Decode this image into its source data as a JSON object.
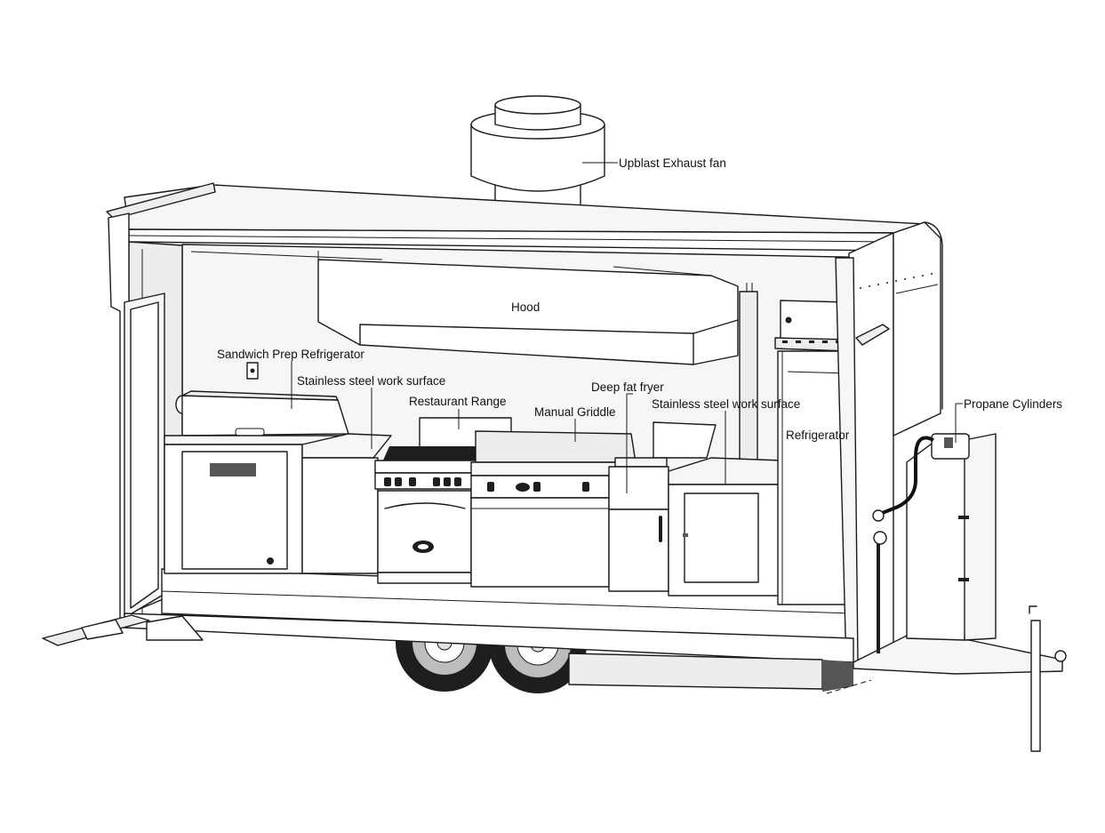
{
  "labels": {
    "exhaust_fan": "Upblast Exhaust fan",
    "hood": "Hood",
    "sandwich_prep": "Sandwich Prep Refrigerator",
    "work_surface_left": "Stainless steel work surface",
    "range": "Restaurant Range",
    "griddle": "Manual Griddle",
    "fryer": "Deep fat fryer",
    "work_surface_right": "Stainless steel work surface",
    "refrigerator": "Refrigerator",
    "propane": "Propane Cylinders"
  }
}
